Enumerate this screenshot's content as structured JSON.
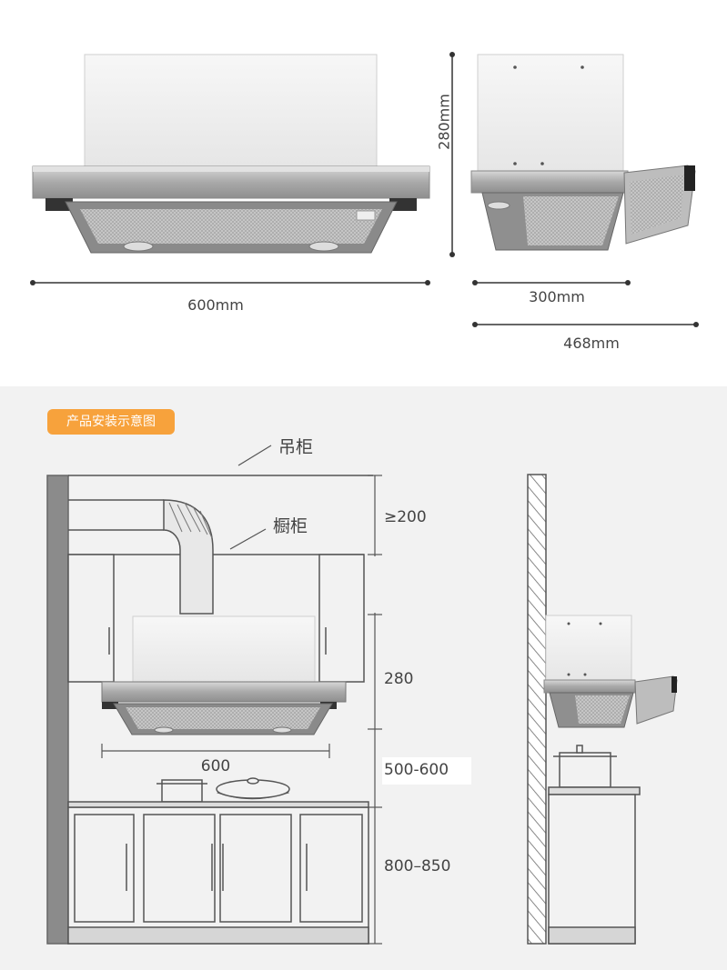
{
  "top": {
    "width_label": "600mm",
    "height_label": "280mm",
    "depth_closed_label": "300mm",
    "depth_open_label": "468mm"
  },
  "install": {
    "title": "产品安装示意图",
    "wall_cabinet_label": "吊柜",
    "cupboard_label": "橱柜",
    "gap_top_label": "≥200",
    "hood_height_label": "280",
    "hood_width_label": "600",
    "hob_distance_label": "500-600",
    "counter_height_label": "800–850"
  },
  "colors": {
    "badge": "#f7a23c",
    "panel_bg": "#f2f2f2",
    "stainless": "#b9b9b9"
  }
}
